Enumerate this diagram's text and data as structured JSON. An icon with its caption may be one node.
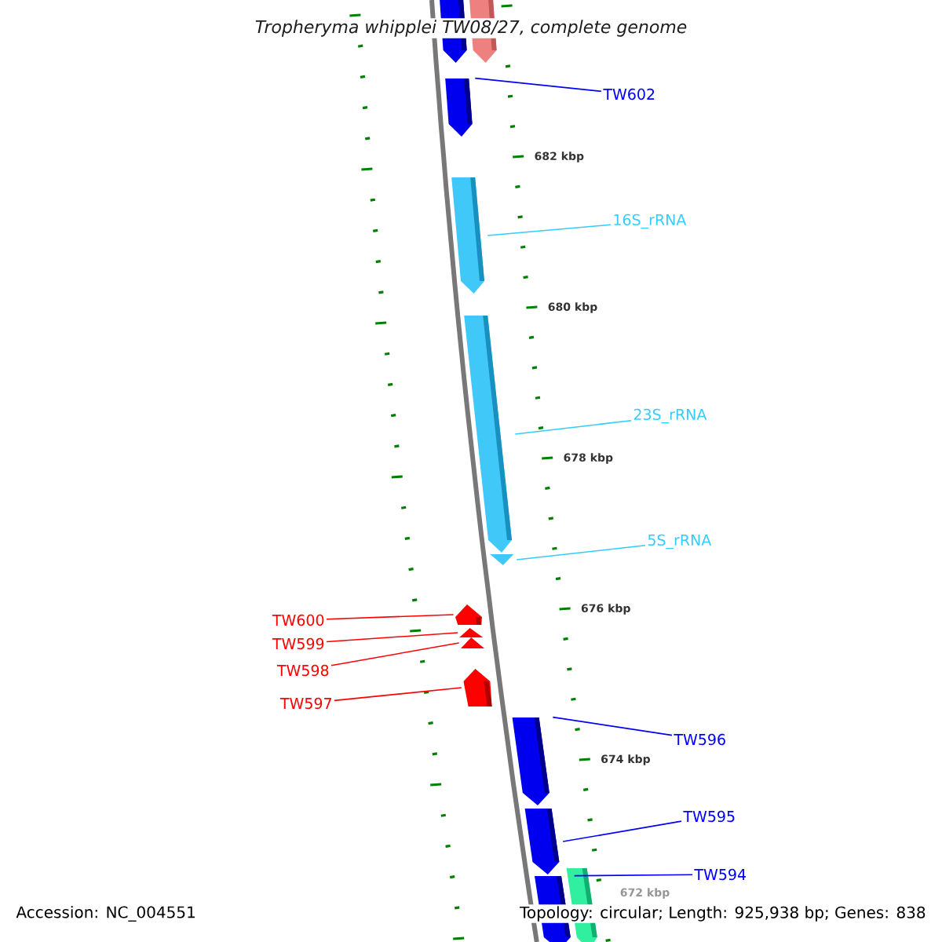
{
  "diagram": {
    "title": "*Tropheryma whipplei* TW08/27, complete genome",
    "nodes": [
      {
        "text": [
          "TW602"
        ]
      },
      {
        "text": [
          "16S_rRNA"
        ]
      },
      {
        "text": [
          "23S_rRNA"
        ]
      },
      {
        "text": [
          "5S_rRNA"
        ]
      },
      {
        "text": [
          "TW600"
        ]
      },
      {
        "text": [
          "TW599"
        ]
      },
      {
        "text": [
          "TW598"
        ]
      },
      {
        "text": [
          "TW597"
        ]
      },
      {
        "text": [
          "TW596"
        ]
      },
      {
        "text": [
          "TW595"
        ]
      },
      {
        "text": [
          "TW594"
        ]
      },
      {
        "text": [],
        "shape": "block"
      },
      {
        "text": [],
        "shape": "block"
      },
      {
        "text": [],
        "shape": "block"
      },
      {
        "text": [],
        "shape": "block"
      },
      {
        "text": [],
        "shape": "block"
      },
      {
        "text": [],
        "shape": "block"
      },
      {
        "text": [],
        "shape": "block"
      },
      {
        "text": [],
        "shape": "block"
      },
      {
        "text": [],
        "shape": "block"
      },
      {
        "text": [],
        "shape": "block"
      },
      {
        "text": [],
        "shape": "block"
      },
      {
        "text": [],
        "shape": "block"
      },
      {
        "text": [],
        "shape": "block"
      },
      {
        "text": [],
        "shape": "block"
      }
    ],
    "edges": [
      {
        "from": 0,
        "to": 13,
        "arrow": "none",
        "color": "#0000ff"
      },
      {
        "from": 1,
        "to": 14,
        "arrow": "none",
        "color": "#33ccff"
      },
      {
        "from": 2,
        "to": 15,
        "arrow": "none",
        "color": "#33ccff"
      },
      {
        "from": 3,
        "to": 16,
        "arrow": "none",
        "color": "#33ccff"
      },
      {
        "from": 4,
        "to": 17,
        "arrow": "none",
        "color": "#ff0000"
      },
      {
        "from": 5,
        "to": 18,
        "arrow": "none",
        "color": "#ff0000"
      },
      {
        "from": 6,
        "to": 19,
        "arrow": "none",
        "color": "#ff0000"
      },
      {
        "from": 7,
        "to": 20,
        "arrow": "none",
        "color": "#ff0000"
      },
      {
        "from": 8,
        "to": 21,
        "arrow": "none",
        "color": "#0000ff"
      },
      {
        "from": 9,
        "to": 22,
        "arrow": "none",
        "color": "#0000ff"
      },
      {
        "from": 10,
        "to": 24,
        "arrow": "none",
        "color": "#0000ff"
      }
    ],
    "labels": [
      "682 kbp",
      "680 kbp",
      "678 kbp",
      "676 kbp",
      "674 kbp",
      "672 kbp",
      "Accession: NC_004551",
      "Topology: circular; Length: 925,938 bp; Genes: 838"
    ]
  }
}
